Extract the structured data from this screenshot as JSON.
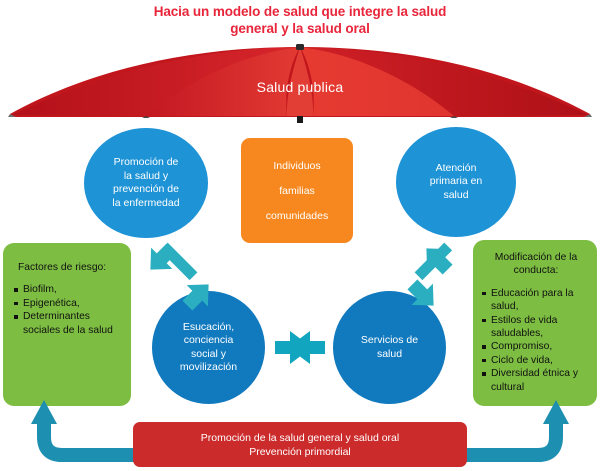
{
  "title": {
    "line1": "Hacia un modelo de salud que integre la salud",
    "line2": "general y la salud oral",
    "color": "#e8253a"
  },
  "umbrella": {
    "label": "Salud publica",
    "color": "#cf1f28",
    "icon": "umbrella-icon"
  },
  "circles": {
    "promocion": {
      "line1": "Promoción de",
      "line2": "la salud y",
      "line3": "prevención de",
      "line4": "la enfermedad",
      "color": "#1e93d6"
    },
    "atencion": {
      "line1": "Atención",
      "line2": "primaria en",
      "line3": "salud",
      "color": "#1e93d6"
    },
    "educacion": {
      "line1": "Esucación,",
      "line2": "conciencia",
      "line3": "social y",
      "line4": "movilización",
      "color": "#1179be"
    },
    "servicios": {
      "line1": "Servicios de",
      "line2": "salud",
      "color": "#1179be"
    }
  },
  "poblacion_box": {
    "line1": "Individuos",
    "line2": "familias",
    "line3": "comunidades",
    "color": "#f6881f"
  },
  "riesgo_box": {
    "heading": "Factores de riesgo:",
    "items": [
      "Biofilm,",
      "Epigenética,",
      "Determinantes sociales de la salud"
    ],
    "color": "#7dbe42"
  },
  "conducta_box": {
    "heading_line1": "Modificación de la",
    "heading_line2": "conducta:",
    "items": [
      "Educación para la salud,",
      "Estilos de vida saludables,",
      "Compromiso,",
      "Ciclo de vida,",
      "Diversidad étnica y cultural"
    ],
    "color": "#7dbe42"
  },
  "banner": {
    "line1": "Promoción de la salud general y salud oral",
    "line2": "Prevención primordial",
    "color": "#cc2b2b"
  },
  "arrows": {
    "color": "#1d9cb5",
    "color_light": "#2bb3c4",
    "items": [
      "arrow-diagonal-left-double",
      "arrow-diagonal-right-double",
      "arrow-horizontal-double",
      "arrow-banner-to-riesgo",
      "arrow-banner-to-conducta"
    ]
  }
}
